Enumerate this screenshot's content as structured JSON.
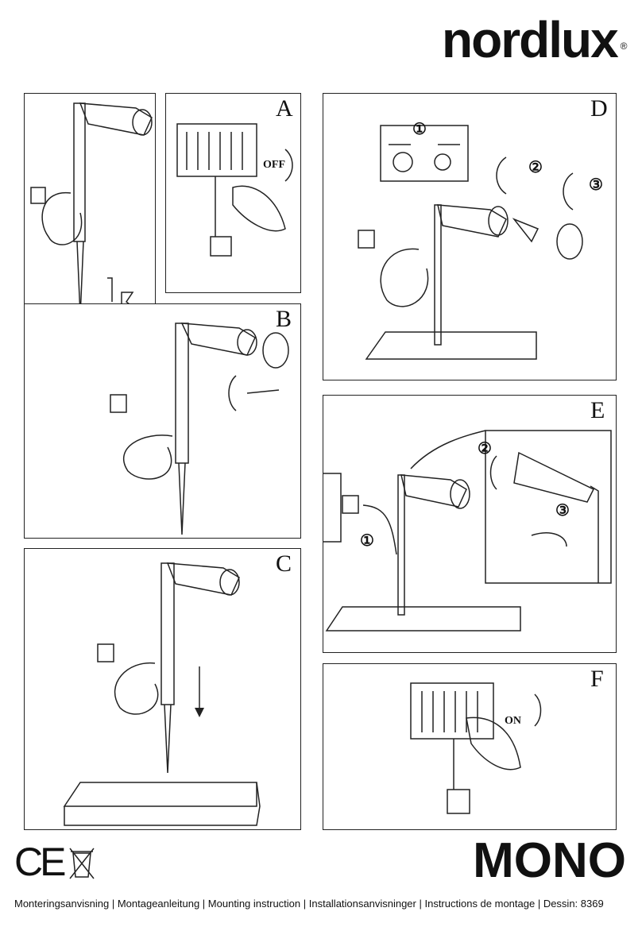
{
  "brand": {
    "name": "nordlux",
    "mark": "®"
  },
  "product": "MONO",
  "compliance": {
    "ce": "CE",
    "weee": "weee-bin-icon"
  },
  "footer": "Monteringsanvisning | Montageanleitung | Mounting instruction | Installationsanvisninger | Instructions de montage | Dessin: 8369",
  "panels": {
    "a": {
      "label": "A",
      "switch_text": "OFF"
    },
    "b": {
      "label": "B"
    },
    "c": {
      "label": "C"
    },
    "d": {
      "label": "D",
      "steps": [
        "①",
        "②",
        "③"
      ]
    },
    "e": {
      "label": "E",
      "steps": [
        "①",
        "②",
        "③"
      ]
    },
    "f": {
      "label": "F",
      "switch_text": "ON"
    }
  }
}
